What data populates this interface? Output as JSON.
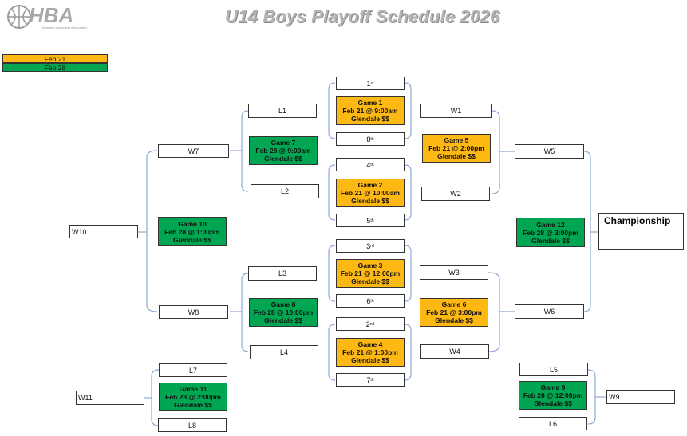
{
  "header": {
    "title": "U14 Boys Playoff Schedule 2026",
    "logo_text": "HBA",
    "logo_subtext": "Hamilton Basketball Association"
  },
  "legend": [
    {
      "label": "Feb 21",
      "color": "#FDB813"
    },
    {
      "label": "Feb 28",
      "color": "#00A651"
    }
  ],
  "seeds": {
    "s1": "1",
    "s1_suf": "st",
    "s8": "8",
    "s8_suf": "th",
    "s4": "4",
    "s4_suf": "th",
    "s5": "5",
    "s5_suf": "th",
    "s3": "3",
    "s3_suf": "rd",
    "s6": "6",
    "s6_suf": "th",
    "s2": "2",
    "s2_suf": "nd",
    "s7": "7",
    "s7_suf": "th"
  },
  "games": {
    "g1": {
      "name": "Game 1",
      "when": "Feb 21 @ 9:00am",
      "where": "Glendale $$"
    },
    "g2": {
      "name": "Game 2",
      "when": "Feb 21 @ 10:00am",
      "where": "Glendale $$"
    },
    "g3": {
      "name": "Game 3",
      "when": "Feb 21 @ 12:00pm",
      "where": "Glendale $$"
    },
    "g4": {
      "name": "Game 4",
      "when": "Feb 21 @ 1:00pm",
      "where": "Glendale $$"
    },
    "g5": {
      "name": "Game 5",
      "when": "Feb 21 @ 2:00pm",
      "where": "Glendale $$"
    },
    "g6": {
      "name": "Game 6",
      "when": "Feb 21 @ 3:00pm",
      "where": "Glendale $$"
    },
    "g7": {
      "name": "Game 7",
      "when": "Feb 28 @ 9:00am",
      "where": "Glendale $$"
    },
    "g8": {
      "name": "Game 8",
      "when": "Feb 28 @ 10:00pm",
      "where": "Glendale $$"
    },
    "g9": {
      "name": "Game 9",
      "when": "Feb 28 @ 12:00pm",
      "where": "Glendale $$"
    },
    "g10": {
      "name": "Game 10",
      "when": "Feb 28 @ 1:00pm",
      "where": "Glendale $$"
    },
    "g11": {
      "name": "Game 11",
      "when": "Feb 28 @ 2:00pm",
      "where": "Glendale $$"
    },
    "g12": {
      "name": "Game 12",
      "when": "Feb 28 @ 3:00pm",
      "where": "Glendale $$"
    }
  },
  "slots": {
    "L1": "L1",
    "L2": "L2",
    "L3": "L3",
    "L4": "L4",
    "W1": "W1",
    "W2": "W2",
    "W3": "W3",
    "W4": "W4",
    "W5": "W5",
    "W6": "W6",
    "W7": "W7",
    "W8": "W8",
    "W9": "W9",
    "W10": "W10",
    "W11": "W11",
    "L5": "L5",
    "L6": "L6",
    "L7": "L7",
    "L8": "L8"
  },
  "championship": "Championship"
}
